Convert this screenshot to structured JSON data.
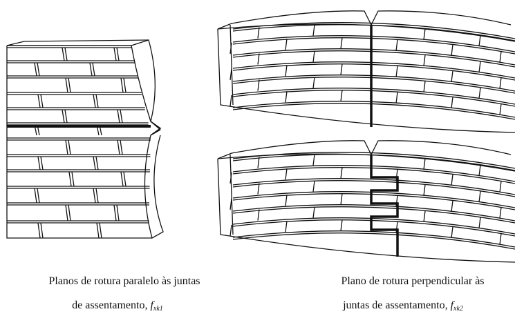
{
  "figure": {
    "left_panel": {
      "description": ""
    },
    "right_panels": []
  },
  "captions": {
    "left": {
      "line1": "Planos de rotura paralelo às juntas",
      "line2_text": "de assentamento, ",
      "symbol": "f",
      "subscript": "xk1"
    },
    "right": {
      "line1": "Plano de rotura perpendicular às",
      "line2_text": "juntas de assentamento, ",
      "symbol": "f",
      "subscript": "xk2"
    }
  },
  "colors": {
    "line": "#111111",
    "brick_fill": "#ffffff",
    "background": "#ffffff"
  }
}
